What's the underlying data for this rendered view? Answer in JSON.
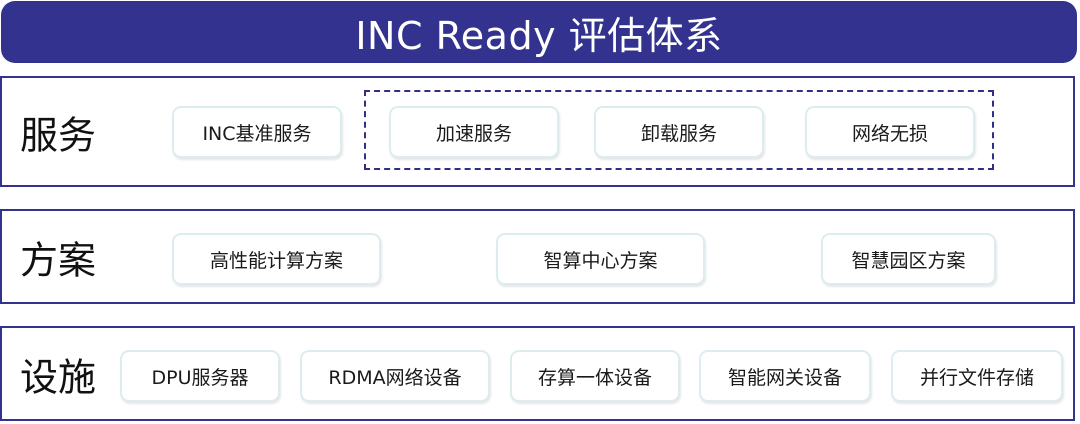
{
  "title": "INC Ready 评估体系",
  "layers": {
    "service": {
      "label": "服务",
      "items": [
        "INC基准服务",
        "加速服务",
        "卸载服务",
        "网络无损"
      ]
    },
    "solution": {
      "label": "方案",
      "items": [
        "高性能计算方案",
        "智算中心方案",
        "智慧园区方案"
      ]
    },
    "facility": {
      "label": "设施",
      "items": [
        "DPU服务器",
        "RDMA网络设备",
        "存算一体设备",
        "智能网关设备",
        "并行文件存储"
      ]
    }
  },
  "colors": {
    "title_bg": "#33338f",
    "frame_border": "#323290",
    "chip_border": "#dcedef",
    "dashed_border": "#2f2f86"
  }
}
